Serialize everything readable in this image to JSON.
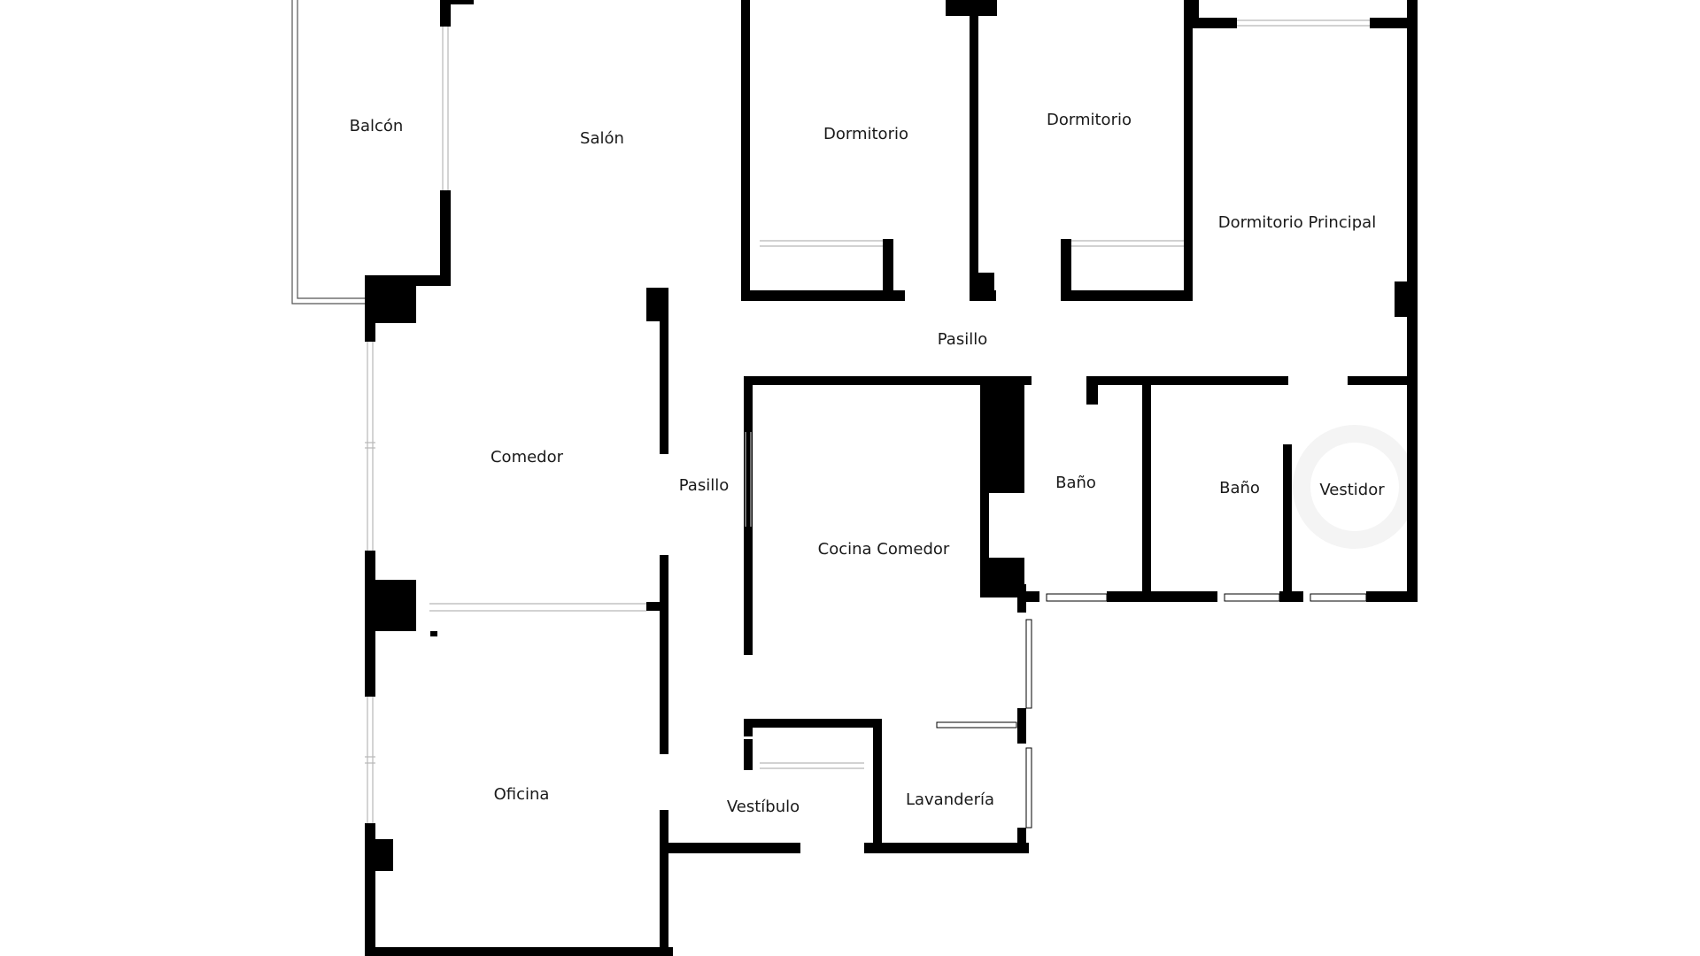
{
  "floorplan": {
    "rooms": [
      {
        "id": "balcon",
        "label": "Balcón"
      },
      {
        "id": "salon",
        "label": "Salón"
      },
      {
        "id": "dormitorio-1",
        "label": "Dormitorio"
      },
      {
        "id": "dormitorio-2",
        "label": "Dormitorio"
      },
      {
        "id": "dormitorio-principal",
        "label": "Dormitorio Principal"
      },
      {
        "id": "pasillo-horizontal",
        "label": "Pasillo"
      },
      {
        "id": "comedor",
        "label": "Comedor"
      },
      {
        "id": "pasillo-vertical",
        "label": "Pasillo"
      },
      {
        "id": "cocina-comedor",
        "label": "Cocina Comedor"
      },
      {
        "id": "bano-1",
        "label": "Baño"
      },
      {
        "id": "bano-2",
        "label": "Baño"
      },
      {
        "id": "vestidor",
        "label": "Vestidor"
      },
      {
        "id": "oficina",
        "label": "Oficina"
      },
      {
        "id": "vestibulo",
        "label": "Vestíbulo"
      },
      {
        "id": "lavanderia",
        "label": "Lavandería"
      }
    ]
  }
}
